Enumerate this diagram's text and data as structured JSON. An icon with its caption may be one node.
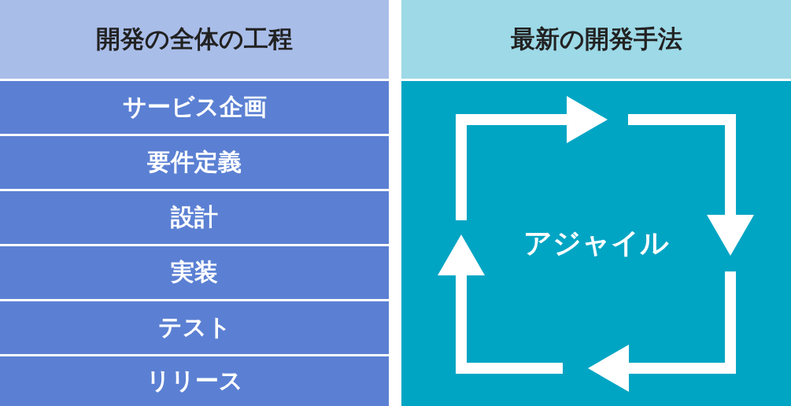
{
  "diagram": {
    "nodes": [
      {
        "text": [
          "開発の全体の工程"
        ]
      },
      {
        "text": [
          "サービス企画"
        ]
      },
      {
        "text": [
          "要件定義"
        ]
      },
      {
        "text": [
          "設計"
        ]
      },
      {
        "text": [
          "実装"
        ]
      },
      {
        "text": [
          "テスト"
        ]
      },
      {
        "text": [
          "リリース"
        ]
      },
      {
        "text": [
          "最新の開発手法"
        ]
      },
      {
        "text": [
          "アジャイル"
        ]
      }
    ]
  }
}
